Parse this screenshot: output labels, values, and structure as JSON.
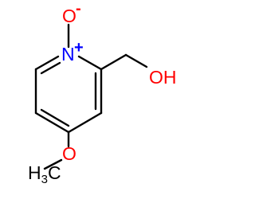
{
  "molecule": {
    "atoms": {
      "n_oxide_oxygen": {
        "symbol": "O",
        "charge": "-"
      },
      "ring_nitrogen": {
        "symbol": "N",
        "charge": "+"
      },
      "hydroxyl": {
        "symbol": "OH"
      },
      "ether_oxygen": {
        "symbol": "O"
      },
      "methyl": {
        "symbol": "H",
        "subscript": "3",
        "tail": "C"
      }
    },
    "colors": {
      "bond": "#000000",
      "oxygen": "#ff0000",
      "nitrogen": "#0000ff",
      "carbon_hydrogen": "#000000"
    }
  }
}
